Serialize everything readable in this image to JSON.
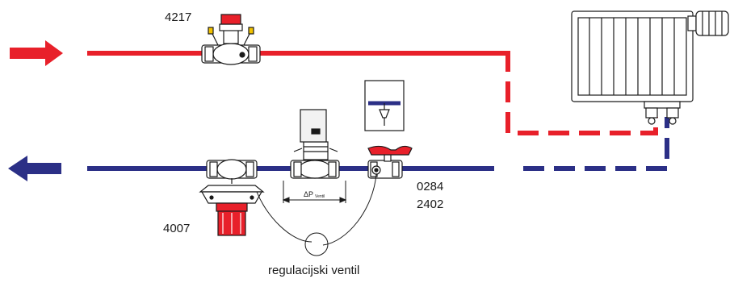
{
  "labels": {
    "valve_top": "4217",
    "valve_bottom_left": "4007",
    "valve_right_code_1": "0284",
    "valve_right_code_2": "2402",
    "control_valve_caption": "regulacijski ventil",
    "delta_p_symbol": "ΔP",
    "delta_p_subscript": "Ventil"
  },
  "colors": {
    "supply_line": "#e8202a",
    "return_line": "#2b2f86",
    "outline": "#1a1a1a",
    "accent_red": "#e8202a"
  },
  "icons": {
    "supply_arrow": "arrow-right-icon",
    "return_arrow": "arrow-left-icon",
    "radiator": "radiator-icon",
    "thermostatic_head": "thermostatic-head-icon"
  }
}
